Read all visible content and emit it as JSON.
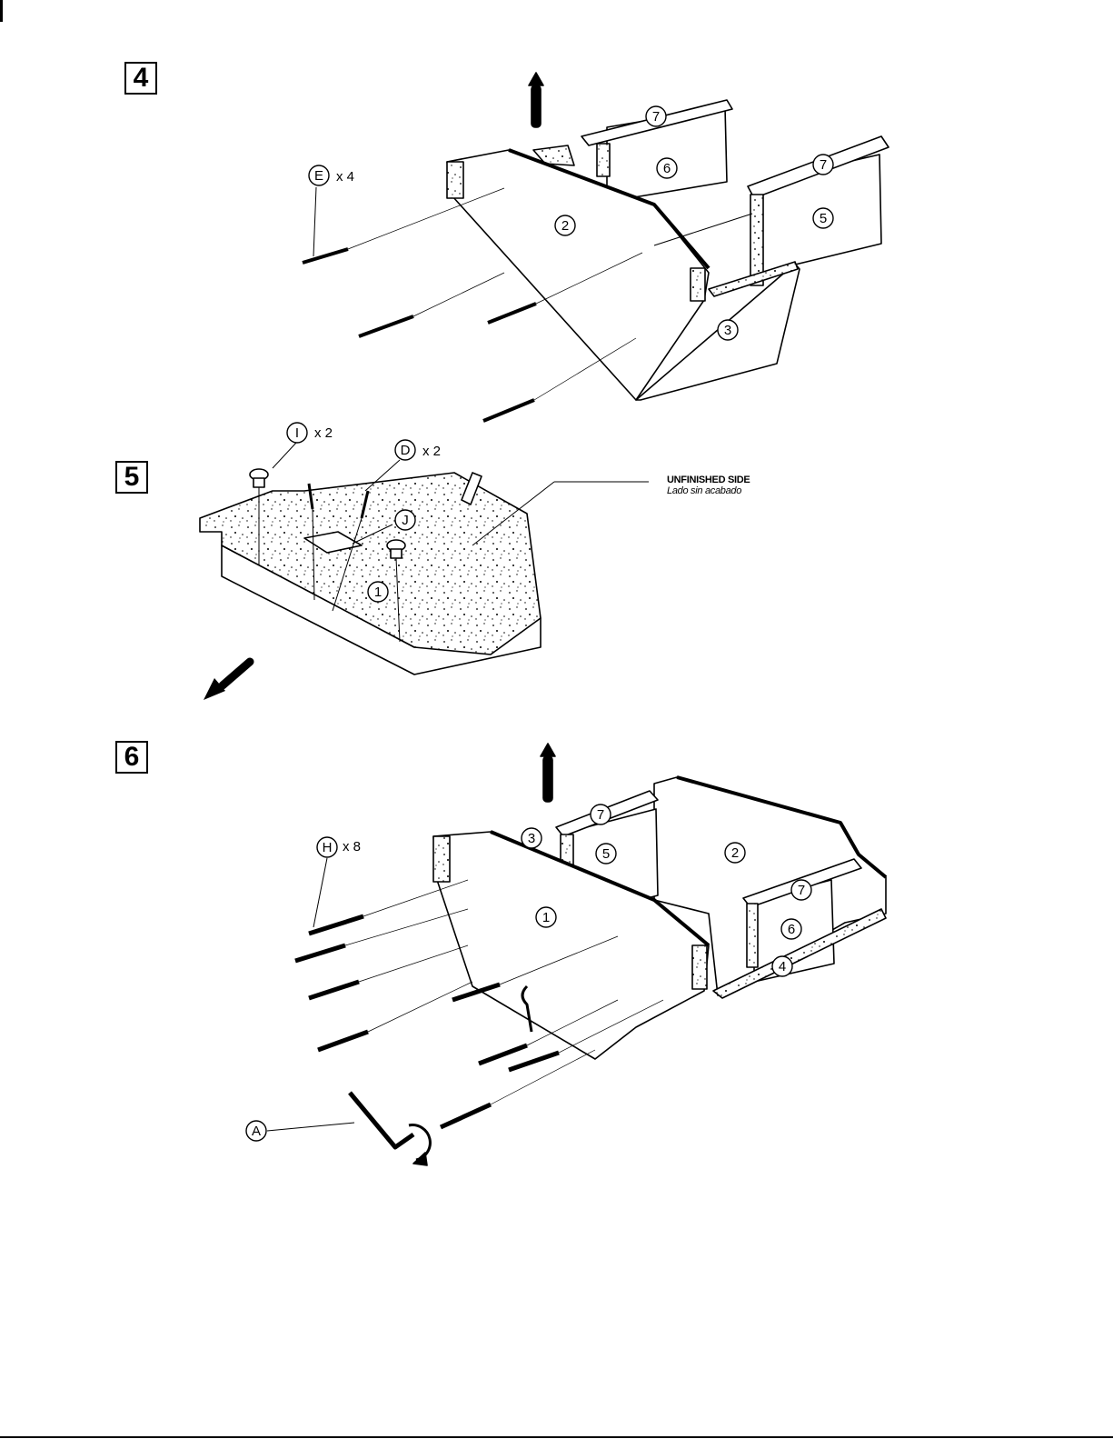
{
  "steps": [
    {
      "number": "4",
      "hardware": {
        "letter": "E",
        "qty": "x 4"
      },
      "parts": [
        "2",
        "3",
        "5",
        "6",
        "7",
        "7"
      ]
    },
    {
      "number": "5",
      "hardware": [
        {
          "letter": "I",
          "qty": "x 2"
        },
        {
          "letter": "D",
          "qty": "x 2"
        },
        {
          "letter": "J",
          "qty": ""
        }
      ],
      "parts": [
        "1"
      ],
      "note": {
        "line1": "UNFINISHED SIDE",
        "line2": "Lado sin acabado"
      }
    },
    {
      "number": "6",
      "hardware": [
        {
          "letter": "H",
          "qty": "x 8"
        },
        {
          "letter": "A",
          "qty": ""
        }
      ],
      "parts": [
        "1",
        "2",
        "3",
        "4",
        "5",
        "6",
        "7",
        "7"
      ]
    }
  ]
}
